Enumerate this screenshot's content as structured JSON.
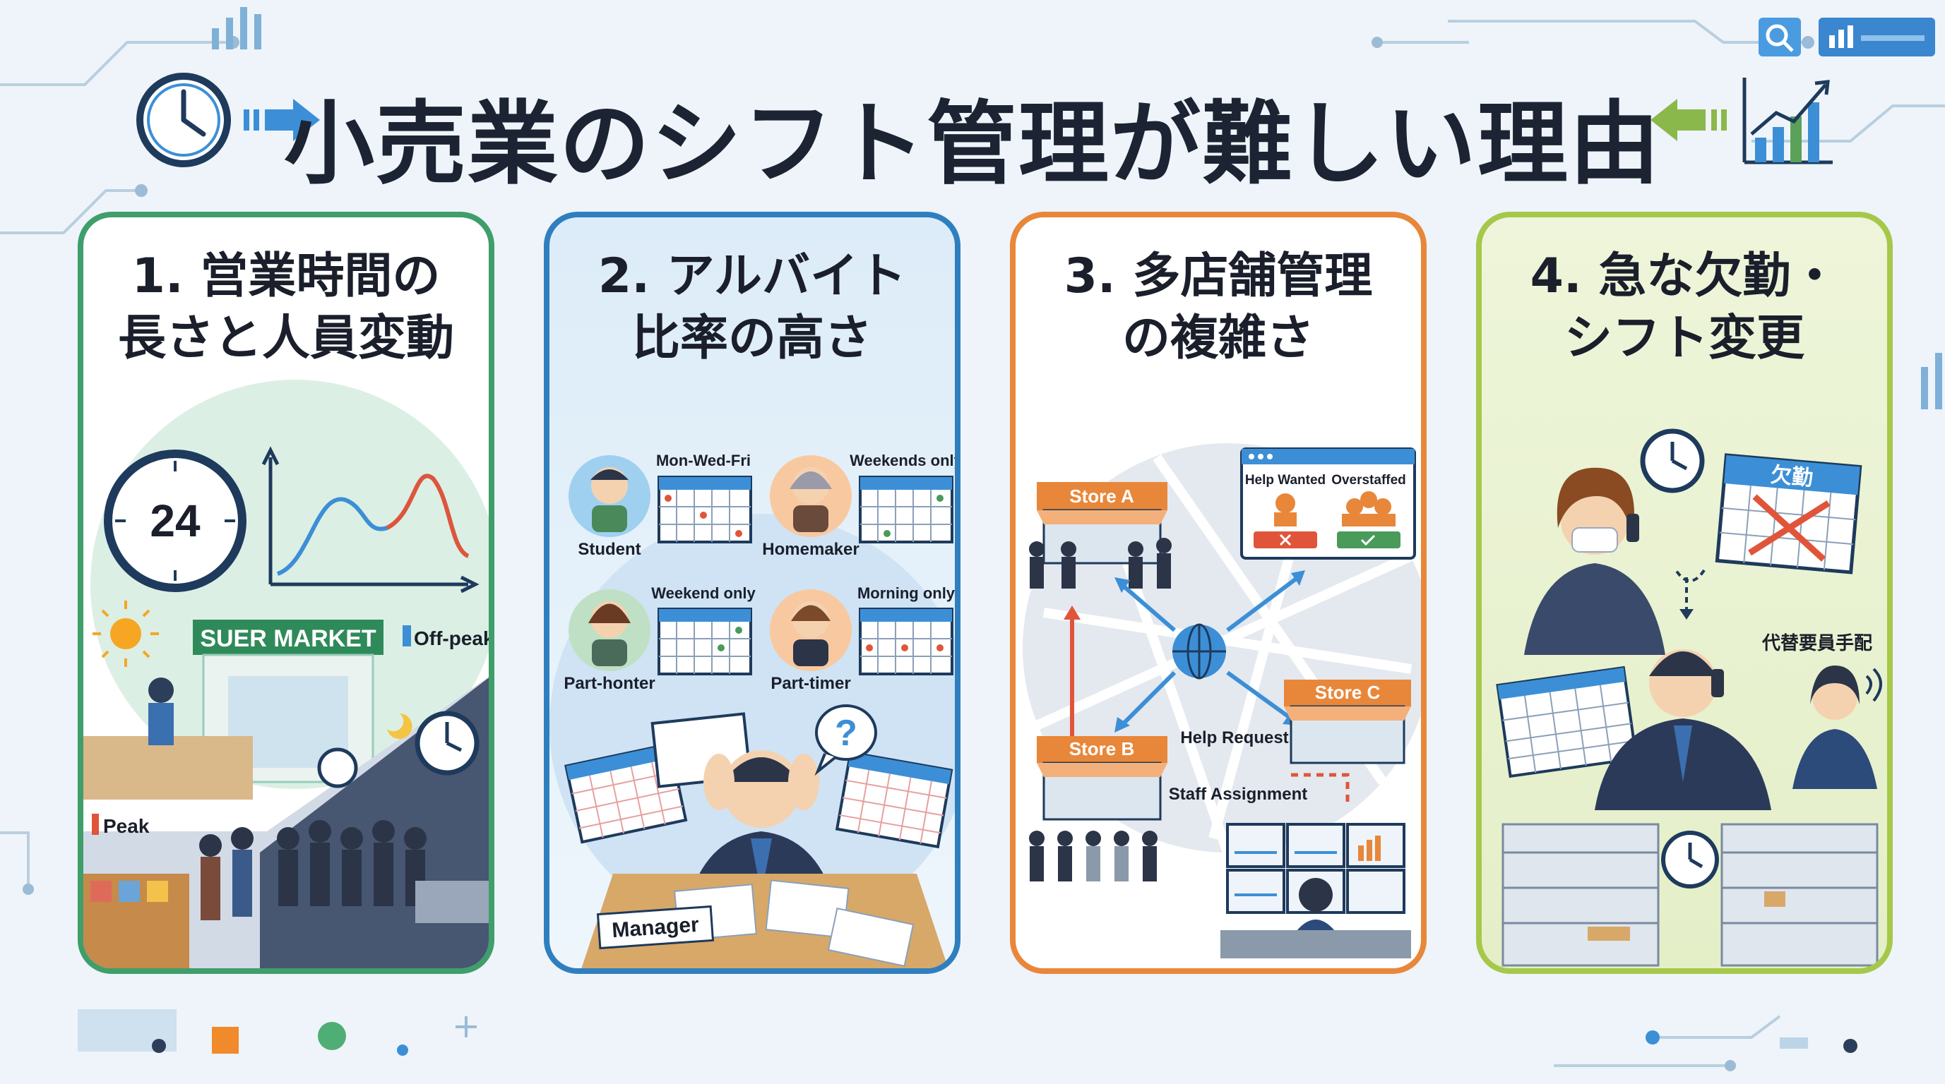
{
  "title": "小売業のシフト管理が難しい理由",
  "colors": {
    "card1": "#3f9e6a",
    "card2": "#2f7fbf",
    "card3": "#e8873a",
    "card4": "#a6c84a",
    "title": "#1c2433",
    "arrow_blue": "#3c8fd6",
    "arrow_green": "#8ab84a"
  },
  "cards": [
    {
      "title_line1": "1. 営業時間の",
      "title_line2": "長さと人員変動",
      "clock_label": "24",
      "store_sign": "SUER MARKET",
      "legend_offpeak": "Off-peak",
      "legend_peak": "Peak"
    },
    {
      "title_line1": "2. アルバイト",
      "title_line2": "比率の高さ",
      "people": [
        {
          "name": "Student",
          "schedule": "Mon-Wed-Fri"
        },
        {
          "name": "Homemaker",
          "schedule": "Weekends only"
        },
        {
          "name": "Part-honter",
          "schedule": "Weekend only"
        },
        {
          "name": "Part-timer",
          "schedule": "Morning only"
        }
      ],
      "manager_label": "Manager",
      "question_mark": "?"
    },
    {
      "title_line1": "3. 多店舗管理",
      "title_line2": "の複雑さ",
      "store_a": "Store A",
      "store_b": "Store B",
      "store_c": "Store C",
      "help_wanted": "Help Wanted",
      "overstaffed": "Overstaffed",
      "help_request": "Help Request",
      "staff_assignment": "Staff Assignment"
    },
    {
      "title_line1": "4. 急な欠勤・",
      "title_line2": "シフト変更",
      "absence_label": "欠勤",
      "replacement_label": "代替要員手配"
    }
  ]
}
